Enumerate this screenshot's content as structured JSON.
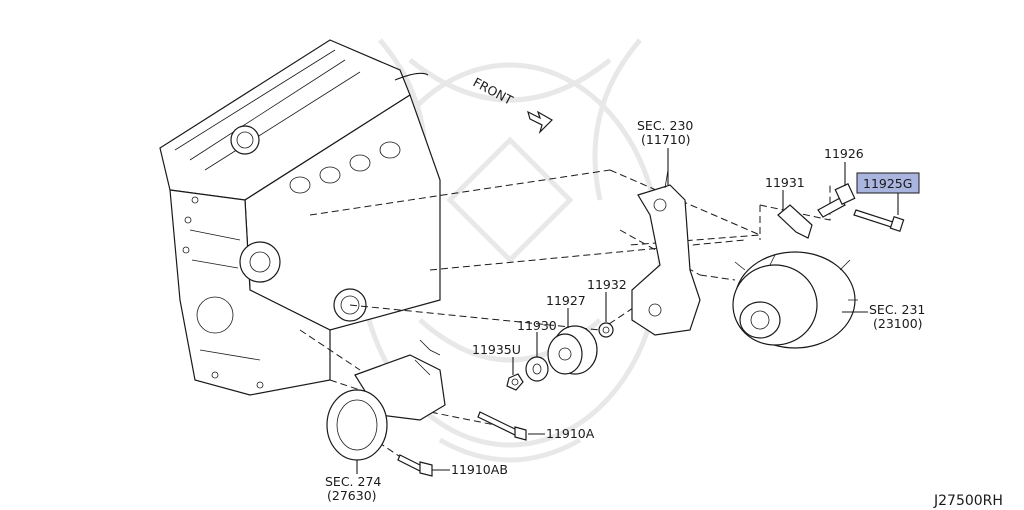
{
  "diagram": {
    "front_label": "FRONT",
    "figure_code": "J27500RH",
    "parts": {
      "sec230": {
        "line1": "SEC. 230",
        "line2": "(11710)"
      },
      "sec231": {
        "line1": "SEC. 231",
        "line2": "(23100)"
      },
      "sec274": {
        "line1": "SEC. 274",
        "line2": "(27630)"
      },
      "p11926": "11926",
      "p11925g": "11925G",
      "p11931": "11931",
      "p11932": "11932",
      "p11927": "11927",
      "p11930": "11930",
      "p11935u": "11935U",
      "p11910a": "11910A",
      "p11910ab": "11910AB"
    },
    "highlight_color": "#a9b5de"
  }
}
